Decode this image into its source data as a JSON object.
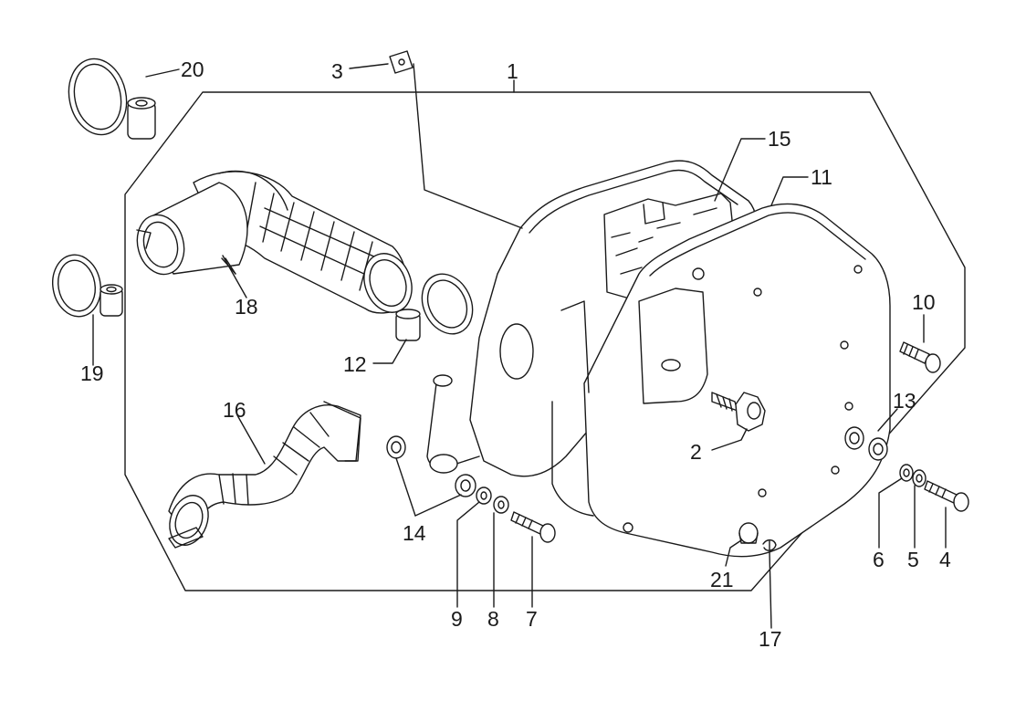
{
  "diagram": {
    "type": "exploded-parts-diagram",
    "line_color": "#1a1a1a",
    "fill_color": "#ffffff",
    "callouts": {
      "c1": "1",
      "c2": "2",
      "c3": "3",
      "c4": "4",
      "c5": "5",
      "c6": "6",
      "c7": "7",
      "c8": "8",
      "c9": "9",
      "c10": "10",
      "c11": "11",
      "c12": "12",
      "c13": "13",
      "c14": "14",
      "c15": "15",
      "c16": "16",
      "c17": "17",
      "c18": "18",
      "c19": "19",
      "c20": "20",
      "c21": "21"
    }
  }
}
